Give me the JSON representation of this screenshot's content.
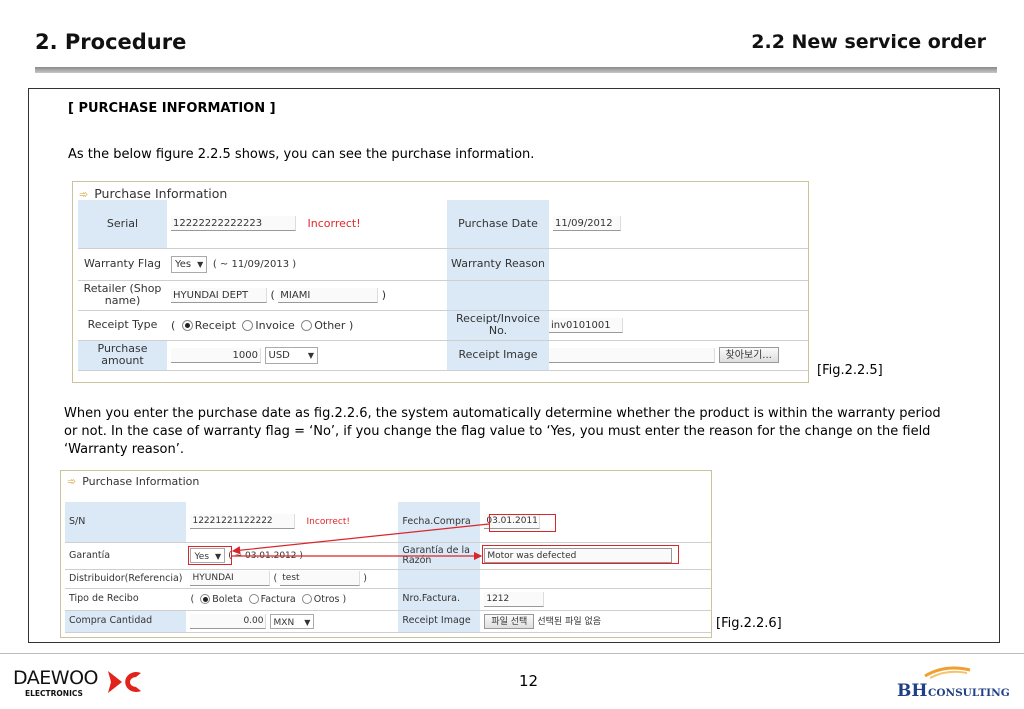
{
  "header": {
    "left": "2. Procedure",
    "right": "2.2 New service order"
  },
  "section_title": "[ PURCHASE INFORMATION ]",
  "intro": "As the below figure 2.2.5 shows,  you can see the purchase information.",
  "paragraph": "When you enter the purchase date as fig.2.2.6, the system automatically determine whether the product is within the warranty period or not. In the case of warranty flag = ‘No’, if you change the flag value to ‘Yes, you must enter the reason for the change on the field ‘Warranty reason’.",
  "fig1": {
    "caption": "[Fig.2.2.5]",
    "panel_title": "Purchase Information",
    "serial_label": "Serial",
    "serial_value": "12222222222223",
    "serial_error": "Incorrect!",
    "purchase_date_label": "Purchase Date",
    "purchase_date_value": "11/09/2012",
    "warranty_flag_label": "Warranty Flag",
    "warranty_flag_value": "Yes",
    "warranty_flag_date": "( ~ 11/09/2013      )",
    "warranty_reason_label": "Warranty Reason",
    "retailer_label": "Retailer (Shop name)",
    "retailer_value": "HYUNDAI DEPT",
    "retailer_city": "MIAMI",
    "paren_open": "(",
    "paren_close": ")",
    "receipt_type_label": "Receipt Type",
    "receipt_options": [
      "Receipt",
      "Invoice",
      "Other"
    ],
    "receipt_invoice_label": "Receipt/Invoice No.",
    "receipt_invoice_value": "inv0101001",
    "purchase_amount_label": "Purchase amount",
    "purchase_amount_value": "1000",
    "currency_value": "USD",
    "receipt_image_label": "Receipt Image",
    "browse_button": "찾아보기..."
  },
  "fig2": {
    "caption": "[Fig.2.2.6]",
    "panel_title": "Purchase Information",
    "sn_label": "S/N",
    "sn_value": "12221221122222",
    "sn_error": "Incorrect!",
    "fecha_label": "Fecha.Compra",
    "fecha_value": "03.01.2011",
    "garantia_label": "Garantía",
    "garantia_value": "Yes",
    "garantia_date": "( ~  03.01.2012      )",
    "razon_label": "Garantía de la Razón",
    "razon_value": "Motor was defected",
    "distribuidor_label": "Distribuidor(Referencia)",
    "distribuidor_value": "HYUNDAI",
    "distribuidor_city": "test",
    "paren_open": "(",
    "paren_close": ")",
    "tipo_label": "Tipo de Recibo",
    "tipo_options": [
      "Boleta",
      "Factura",
      "Otros"
    ],
    "factura_label": "Nro.Factura.",
    "factura_value": "1212",
    "compra_label": "Compra Cantidad",
    "compra_value": "0.00",
    "currency_value": "MXN",
    "receipt_image_label": "Receipt Image",
    "file_button": "파일 선택",
    "file_status": "선택된 파일 없음"
  },
  "footer": {
    "page_number": "12",
    "left_logo_text": "DAEWOO",
    "left_logo_sub": "ELECTRONICS",
    "right_logo_main": "BH",
    "right_logo_sub": "CONSULTING"
  },
  "colors": {
    "label_bg": "#dbe9f7",
    "error_red": "#e0262a",
    "brand_red": "#e2231a"
  }
}
